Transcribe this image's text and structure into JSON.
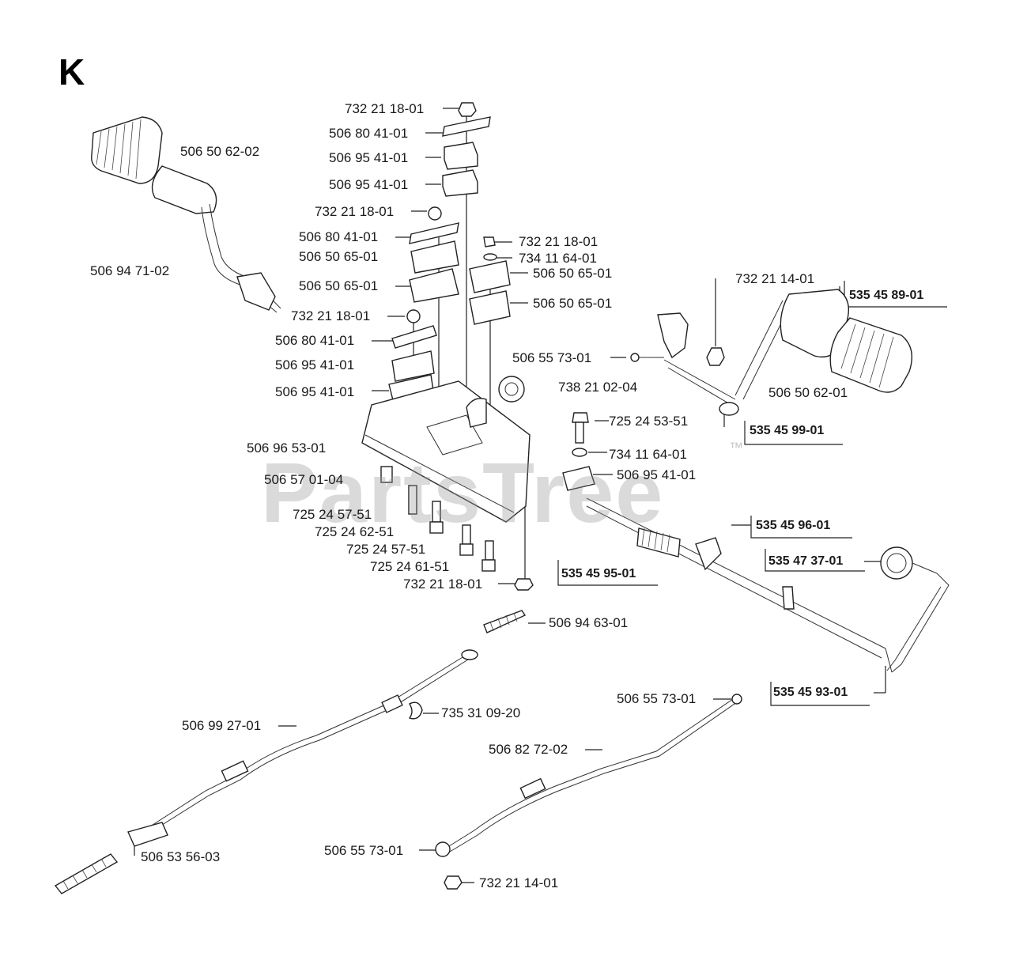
{
  "diagram": {
    "section_letter": "K",
    "watermark": "PartsTree",
    "trademark": "™",
    "labels": [
      {
        "id": "l01",
        "text": "732 21 18-01"
      },
      {
        "id": "l02",
        "text": "506 80 41-01"
      },
      {
        "id": "l03",
        "text": "506 95 41-01"
      },
      {
        "id": "l04",
        "text": "506 95 41-01"
      },
      {
        "id": "l05",
        "text": "732 21 18-01"
      },
      {
        "id": "l06",
        "text": "506 80 41-01"
      },
      {
        "id": "l07",
        "text": "506 50 65-01"
      },
      {
        "id": "l08",
        "text": "506 50 65-01"
      },
      {
        "id": "l09",
        "text": "732 21 18-01"
      },
      {
        "id": "l10",
        "text": "506 80 41-01"
      },
      {
        "id": "l11",
        "text": "506 95 41-01"
      },
      {
        "id": "l12",
        "text": "506 95 41-01"
      },
      {
        "id": "l13",
        "text": "506 96 53-01"
      },
      {
        "id": "l14",
        "text": "506 57 01-04"
      },
      {
        "id": "l15",
        "text": "725 24 57-51"
      },
      {
        "id": "l16",
        "text": "725 24 62-51"
      },
      {
        "id": "l17",
        "text": "725 24 57-51"
      },
      {
        "id": "l18",
        "text": "725 24 61-51"
      },
      {
        "id": "l19",
        "text": "732 21 18-01"
      },
      {
        "id": "l20",
        "text": "506 50 62-02"
      },
      {
        "id": "l21",
        "text": "506 94 71-02"
      },
      {
        "id": "l22",
        "text": "732 21 18-01"
      },
      {
        "id": "l23",
        "text": "734 11 64-01"
      },
      {
        "id": "l24",
        "text": "506 50 65-01"
      },
      {
        "id": "l25",
        "text": "506 50 65-01"
      },
      {
        "id": "l26",
        "text": "732 21 14-01"
      },
      {
        "id": "l27",
        "text": "535 45 89-01"
      },
      {
        "id": "l28",
        "text": "506 55 73-01"
      },
      {
        "id": "l29",
        "text": "738 21 02-04"
      },
      {
        "id": "l30",
        "text": "506 50 62-01"
      },
      {
        "id": "l31",
        "text": "535 45 99-01"
      },
      {
        "id": "l32",
        "text": "725 24 53-51"
      },
      {
        "id": "l33",
        "text": "734 11 64-01"
      },
      {
        "id": "l34",
        "text": "506 95 41-01"
      },
      {
        "id": "l35",
        "text": "535 45 96-01"
      },
      {
        "id": "l36",
        "text": "535 47 37-01"
      },
      {
        "id": "l37",
        "text": "535 45 95-01"
      },
      {
        "id": "l38",
        "text": "535 45 93-01"
      },
      {
        "id": "l39",
        "text": "506 94 63-01"
      },
      {
        "id": "l40",
        "text": "735 31 09-20"
      },
      {
        "id": "l41",
        "text": "506 99 27-01"
      },
      {
        "id": "l42",
        "text": "506 55 73-01"
      },
      {
        "id": "l43",
        "text": "506 82 72-02"
      },
      {
        "id": "l44",
        "text": "506 53 56-03"
      },
      {
        "id": "l45",
        "text": "506 55 73-01"
      },
      {
        "id": "l46",
        "text": "732 21 14-01"
      }
    ]
  }
}
